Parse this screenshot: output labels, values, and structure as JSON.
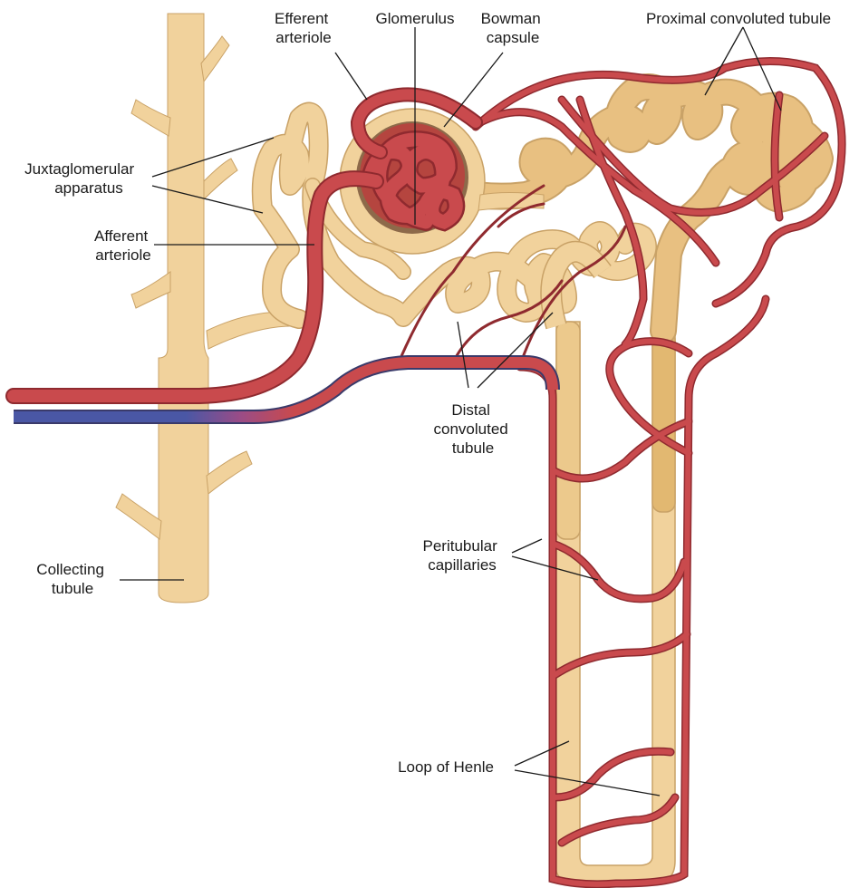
{
  "colors": {
    "tubule_fill": "#f1d29c",
    "tubule_dark": "#e2b871",
    "tubule_outline": "#c9a267",
    "artery": "#c94a4d",
    "artery_dark": "#8f2a2f",
    "vein": "#4a57a5",
    "glomerulus": "#b8414a",
    "capsule_inner": "#8d6a4a",
    "label_text": "#1a1a1a"
  },
  "labels": {
    "efferent_arteriole": [
      "Efferent",
      "arteriole"
    ],
    "glomerulus": [
      "Glomerulus"
    ],
    "bowman_capsule": [
      "Bowman",
      "capsule"
    ],
    "proximal_convoluted_tubule": [
      "Proximal convoluted tubule"
    ],
    "juxtaglomerular_apparatus": [
      "Juxtaglomerular",
      "apparatus"
    ],
    "afferent_arteriole": [
      "Afferent",
      "arteriole"
    ],
    "distal_convoluted_tubule": [
      "Distal",
      "convoluted",
      "tubule"
    ],
    "peritubular_capillaries": [
      "Peritubular",
      "capillaries"
    ],
    "collecting_tubule": [
      "Collecting",
      "tubule"
    ],
    "loop_of_henle": [
      "Loop of Henle"
    ]
  }
}
